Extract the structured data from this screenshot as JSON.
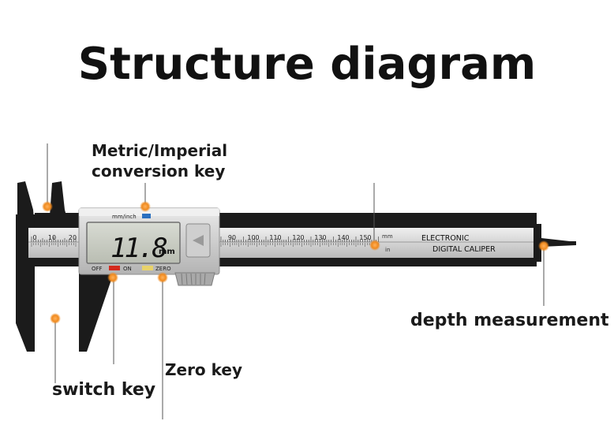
{
  "title": "Structure diagram",
  "callouts": {
    "metric_imperial": "Metric/Imperial",
    "conversion_key": "conversion key",
    "depth_measurement": "depth measurement",
    "zero_key": "Zero key",
    "switch_key": "switch key"
  },
  "device": {
    "unit_button_label": "mm/inch",
    "display_value": "11.8",
    "display_unit": "mm",
    "off_label": "OFF",
    "on_label": "ON",
    "zero_label": "ZERO",
    "brand_line1": "ELECTRONIC",
    "brand_line2": "DIGITAL CALIPER",
    "scale_unit_mm": "mm",
    "scale_unit_in": "in",
    "scale_left_labels": [
      "0",
      "10",
      "20"
    ],
    "scale_right_labels": [
      "90",
      "100",
      "110",
      "120",
      "130",
      "140",
      "150"
    ]
  },
  "colors": {
    "marker": "#f08a1e",
    "body_dark": "#1b1b1b",
    "beam_silver": "#d6d6d6",
    "lcd": "#c9cdc4",
    "off_button": "#d42a1e",
    "zero_button": "#e8d36a",
    "unit_button": "#2a6fbf"
  }
}
